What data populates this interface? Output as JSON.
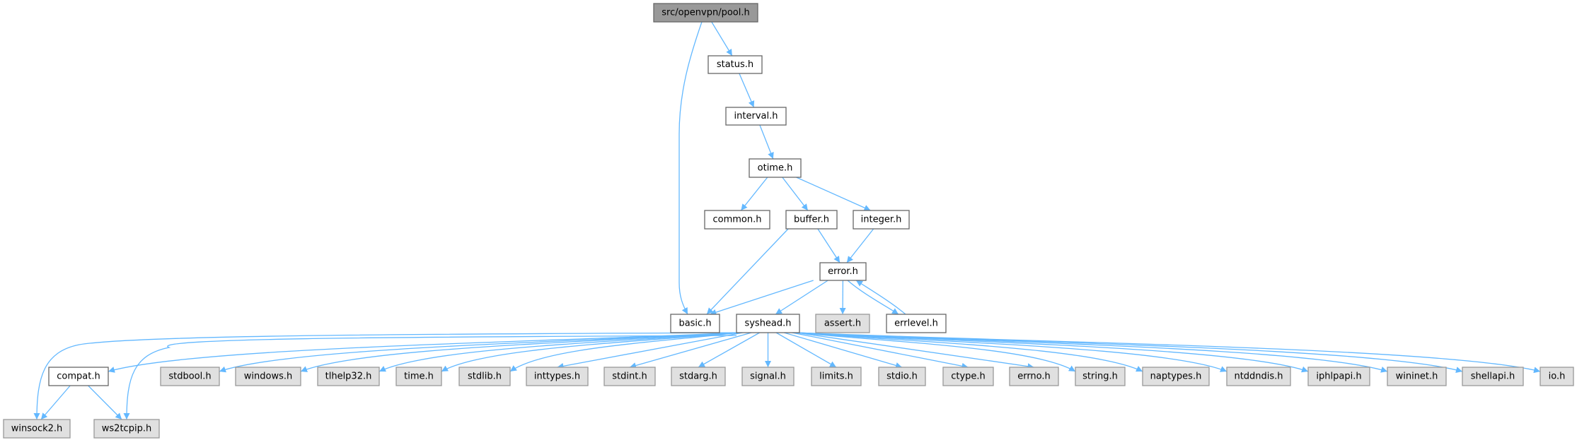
{
  "colors": {
    "edge": "#63b8ff",
    "root_fill": "#999999",
    "external_fill": "#e0e0e0",
    "doc_fill": "#ffffff"
  },
  "nodes": [
    {
      "id": "pool",
      "label": "src/openvpn/pool.h",
      "kind": "root"
    },
    {
      "id": "status",
      "label": "status.h",
      "kind": "doc"
    },
    {
      "id": "interval",
      "label": "interval.h",
      "kind": "doc"
    },
    {
      "id": "otime",
      "label": "otime.h",
      "kind": "doc"
    },
    {
      "id": "common",
      "label": "common.h",
      "kind": "doc"
    },
    {
      "id": "buffer",
      "label": "buffer.h",
      "kind": "doc"
    },
    {
      "id": "integer",
      "label": "integer.h",
      "kind": "doc"
    },
    {
      "id": "error",
      "label": "error.h",
      "kind": "doc"
    },
    {
      "id": "basic",
      "label": "basic.h",
      "kind": "doc"
    },
    {
      "id": "syshead",
      "label": "syshead.h",
      "kind": "doc"
    },
    {
      "id": "assert",
      "label": "assert.h",
      "kind": "ext"
    },
    {
      "id": "errlevel",
      "label": "errlevel.h",
      "kind": "doc"
    },
    {
      "id": "compat",
      "label": "compat.h",
      "kind": "doc"
    },
    {
      "id": "stdbool",
      "label": "stdbool.h",
      "kind": "ext"
    },
    {
      "id": "windows",
      "label": "windows.h",
      "kind": "ext"
    },
    {
      "id": "tlhelp32",
      "label": "tlhelp32.h",
      "kind": "ext"
    },
    {
      "id": "time",
      "label": "time.h",
      "kind": "ext"
    },
    {
      "id": "stdlib",
      "label": "stdlib.h",
      "kind": "ext"
    },
    {
      "id": "inttypes",
      "label": "inttypes.h",
      "kind": "ext"
    },
    {
      "id": "stdint",
      "label": "stdint.h",
      "kind": "ext"
    },
    {
      "id": "stdarg",
      "label": "stdarg.h",
      "kind": "ext"
    },
    {
      "id": "signal",
      "label": "signal.h",
      "kind": "ext"
    },
    {
      "id": "limits",
      "label": "limits.h",
      "kind": "ext"
    },
    {
      "id": "stdio",
      "label": "stdio.h",
      "kind": "ext"
    },
    {
      "id": "ctype",
      "label": "ctype.h",
      "kind": "ext"
    },
    {
      "id": "errno",
      "label": "errno.h",
      "kind": "ext"
    },
    {
      "id": "string",
      "label": "string.h",
      "kind": "ext"
    },
    {
      "id": "naptypes",
      "label": "naptypes.h",
      "kind": "ext"
    },
    {
      "id": "ntddndis",
      "label": "ntddndis.h",
      "kind": "ext"
    },
    {
      "id": "iphlpapi",
      "label": "iphlpapi.h",
      "kind": "ext"
    },
    {
      "id": "wininet",
      "label": "wininet.h",
      "kind": "ext"
    },
    {
      "id": "shellapi",
      "label": "shellapi.h",
      "kind": "ext"
    },
    {
      "id": "io",
      "label": "io.h",
      "kind": "ext"
    },
    {
      "id": "winsock2",
      "label": "winsock2.h",
      "kind": "ext"
    },
    {
      "id": "ws2tcpip",
      "label": "ws2tcpip.h",
      "kind": "ext"
    }
  ],
  "edges": [
    [
      "pool",
      "status"
    ],
    [
      "pool",
      "basic"
    ],
    [
      "status",
      "interval"
    ],
    [
      "interval",
      "otime"
    ],
    [
      "otime",
      "common"
    ],
    [
      "otime",
      "buffer"
    ],
    [
      "otime",
      "integer"
    ],
    [
      "buffer",
      "basic"
    ],
    [
      "buffer",
      "error"
    ],
    [
      "integer",
      "error"
    ],
    [
      "error",
      "basic"
    ],
    [
      "error",
      "syshead"
    ],
    [
      "error",
      "assert"
    ],
    [
      "error",
      "errlevel"
    ],
    [
      "errlevel",
      "error"
    ],
    [
      "syshead",
      "compat"
    ],
    [
      "syshead",
      "stdbool"
    ],
    [
      "syshead",
      "windows"
    ],
    [
      "syshead",
      "tlhelp32"
    ],
    [
      "syshead",
      "time"
    ],
    [
      "syshead",
      "stdlib"
    ],
    [
      "syshead",
      "inttypes"
    ],
    [
      "syshead",
      "stdint"
    ],
    [
      "syshead",
      "stdarg"
    ],
    [
      "syshead",
      "signal"
    ],
    [
      "syshead",
      "limits"
    ],
    [
      "syshead",
      "stdio"
    ],
    [
      "syshead",
      "ctype"
    ],
    [
      "syshead",
      "errno"
    ],
    [
      "syshead",
      "string"
    ],
    [
      "syshead",
      "naptypes"
    ],
    [
      "syshead",
      "ntddndis"
    ],
    [
      "syshead",
      "iphlpapi"
    ],
    [
      "syshead",
      "wininet"
    ],
    [
      "syshead",
      "shellapi"
    ],
    [
      "syshead",
      "io"
    ],
    [
      "syshead",
      "winsock2"
    ],
    [
      "syshead",
      "ws2tcpip"
    ],
    [
      "compat",
      "winsock2"
    ],
    [
      "compat",
      "ws2tcpip"
    ]
  ]
}
